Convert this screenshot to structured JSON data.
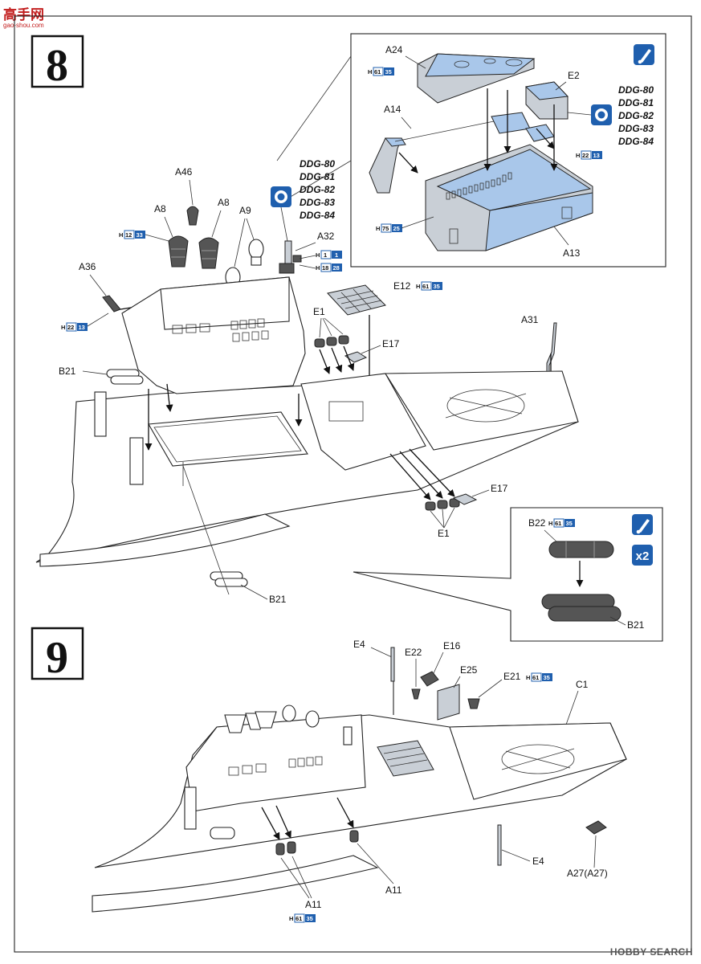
{
  "watermark": {
    "site_name": "高手网",
    "site_url": "gao-shou.com",
    "search_brand": "HOBBY SEARCH"
  },
  "steps": [
    {
      "number": "8"
    },
    {
      "number": "9"
    }
  ],
  "ddg_variants": [
    "DDG-80",
    "DDG-81",
    "DDG-82",
    "DDG-83",
    "DDG-84"
  ],
  "multiplier": "x2",
  "paint_codes": {
    "A24": {
      "prefix": "H",
      "code": "61",
      "alt": "35"
    },
    "A13_top": {
      "prefix": "H",
      "code": "22",
      "alt": "13"
    },
    "A13_side": {
      "prefix": "H",
      "code": "75",
      "alt": "25"
    },
    "A8": {
      "prefix": "H",
      "code": "12",
      "alt": "33"
    },
    "A32_a": {
      "prefix": "H",
      "code": "1",
      "alt": "1"
    },
    "A32_b": {
      "prefix": "H",
      "code": "18",
      "alt": "28"
    },
    "A36": {
      "prefix": "H",
      "code": "22",
      "alt": "13"
    },
    "E12": {
      "prefix": "H",
      "code": "61",
      "alt": "35"
    },
    "B22": {
      "prefix": "H",
      "code": "61",
      "alt": "35"
    },
    "E21": {
      "prefix": "H",
      "code": "61",
      "alt": "35"
    },
    "A11": {
      "prefix": "H",
      "code": "61",
      "alt": "35"
    }
  },
  "parts": {
    "A24": "A24",
    "E2": "E2",
    "A14": "A14",
    "A13": "A13",
    "A46": "A46",
    "A8a": "A8",
    "A8b": "A8",
    "A9": "A9",
    "A32": "A32",
    "A36": "A36",
    "E12": "E12",
    "E1a": "E1",
    "E17a": "E17",
    "A31": "A31",
    "B21a": "B21",
    "E17b": "E17",
    "E1b": "E1",
    "B21b": "B21",
    "B22": "B22",
    "B21c": "B21",
    "E4a": "E4",
    "E22": "E22",
    "E16": "E16",
    "E25": "E25",
    "E21": "E21",
    "C1": "C1",
    "E4b": "E4",
    "A27": "A27(A27)",
    "A11a": "A11",
    "A11b": "A11"
  }
}
